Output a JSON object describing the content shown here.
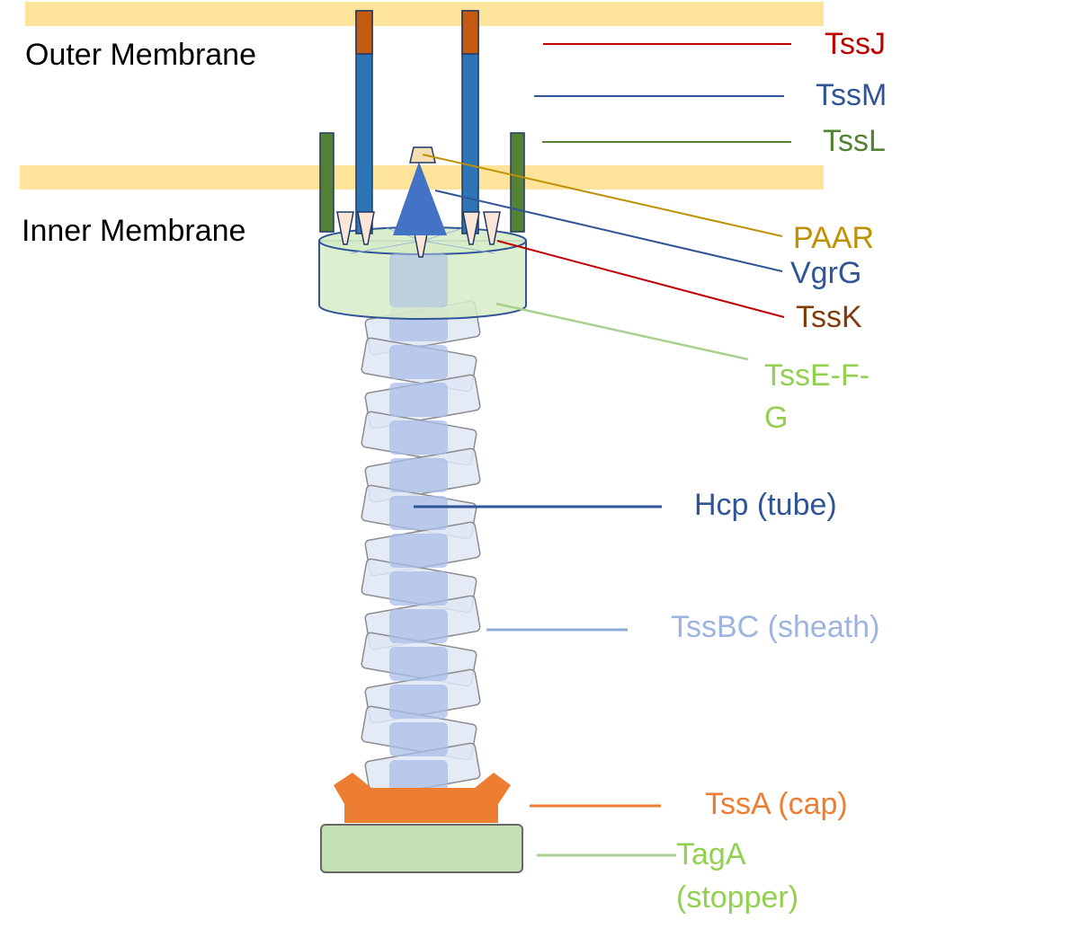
{
  "membranes": {
    "outer_label": "Outer Membrane",
    "inner_label": "Inner Membrane",
    "color": "#fde49a"
  },
  "labels": {
    "tssj": {
      "text": "TssJ",
      "color": "#c00000"
    },
    "tssm": {
      "text": "TssM",
      "color": "#2f5597"
    },
    "tssl": {
      "text": "TssL",
      "color": "#548235"
    },
    "paar": {
      "text": "PAAR",
      "color": "#bf9000"
    },
    "vgrg": {
      "text": "VgrG",
      "color": "#2f5597"
    },
    "tssk": {
      "text": "TssK",
      "color": "#843c0c"
    },
    "tssefg": {
      "line1": "TssE-F-",
      "line2": "G",
      "color": "#92d050"
    },
    "hcp": {
      "text": "Hcp (tube)",
      "color": "#2f5597"
    },
    "tssbc": {
      "text": "TssBC (sheath)",
      "color": "#9db3e0"
    },
    "tssa": {
      "text": "TssA (cap)",
      "color": "#ed7d31"
    },
    "taga": {
      "line1": "TagA",
      "line2": "(stopper)",
      "color": "#92d050"
    }
  },
  "colors": {
    "tssm_rod": "#2e75b6",
    "tssj_tip": "#c55a11",
    "tssl_rod": "#548235",
    "vgrg_spike": "#4472c4",
    "paar_tip": "#f5deb3",
    "baseplate": "#d6ecc6",
    "sheath": "#dfe8f6",
    "tube": "#a9bde8",
    "cap": "#ed7d31",
    "stopper": "#c5e0b4"
  }
}
